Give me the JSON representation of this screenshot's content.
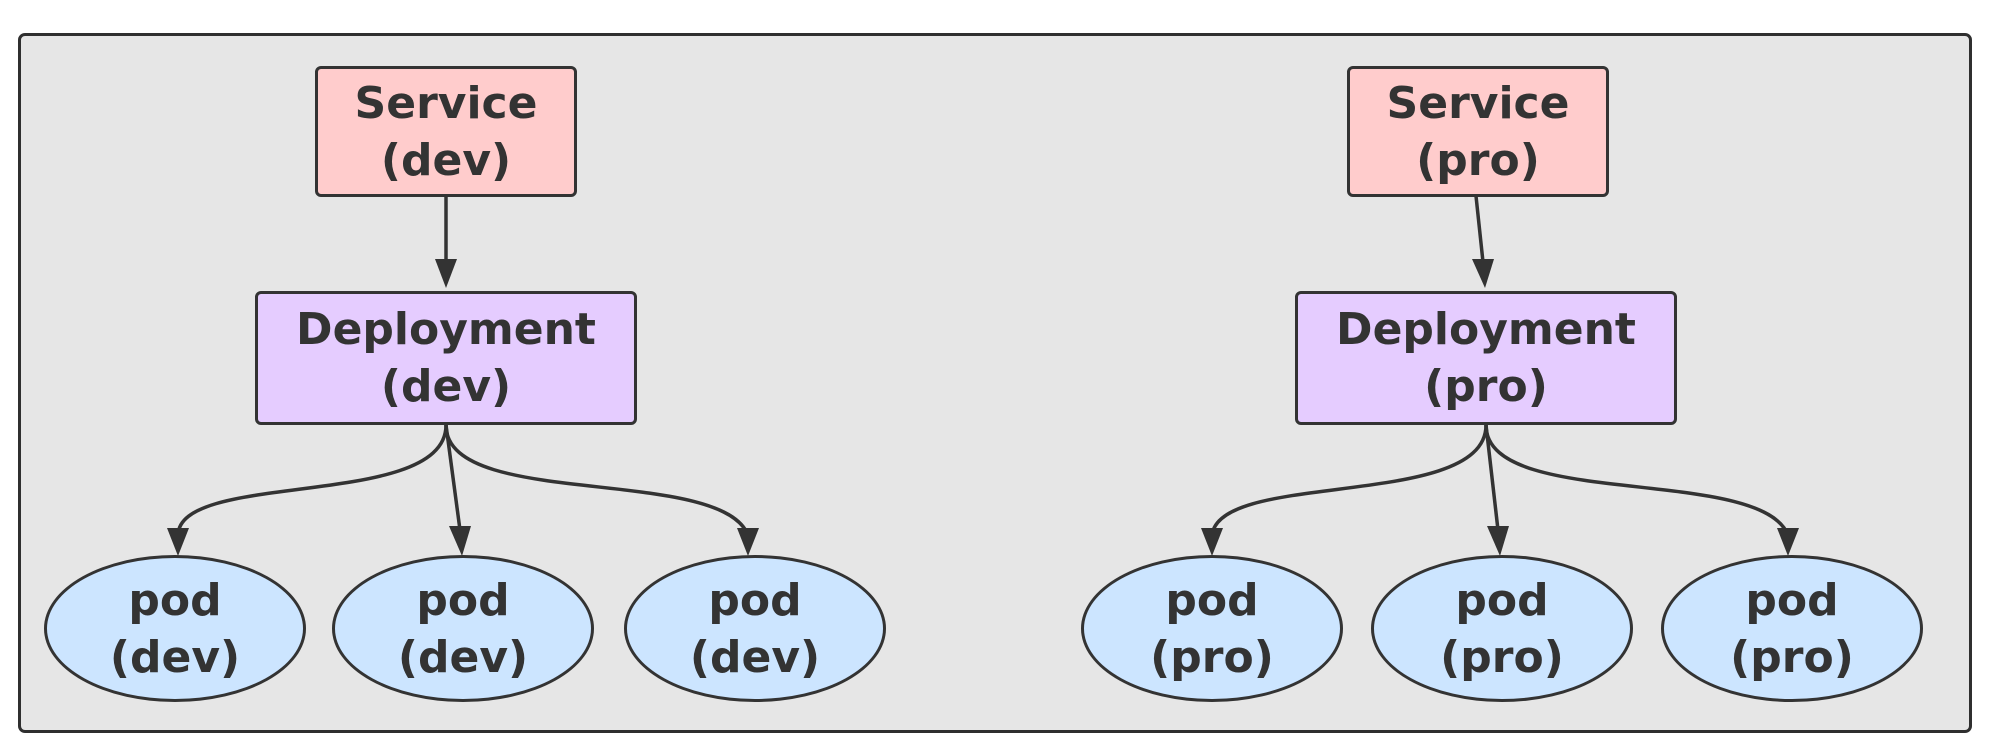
{
  "groups": [
    {
      "service": [
        "Service",
        "(dev)"
      ],
      "deployment": [
        "Deployment",
        "(dev)"
      ],
      "pods": [
        [
          "pod",
          "(dev)"
        ],
        [
          "pod",
          "(dev)"
        ],
        [
          "pod",
          "(dev)"
        ]
      ]
    },
    {
      "service": [
        "Service",
        "(pro)"
      ],
      "deployment": [
        "Deployment",
        "(pro)"
      ],
      "pods": [
        [
          "pod",
          "(pro)"
        ],
        [
          "pod",
          "(pro)"
        ],
        [
          "pod",
          "(pro)"
        ]
      ]
    }
  ],
  "colors": {
    "service_fill": "#ffcccc",
    "deployment_fill": "#e5ccff",
    "pod_fill": "#cce5ff",
    "container_fill": "#e6e6e6",
    "stroke": "#333333"
  }
}
